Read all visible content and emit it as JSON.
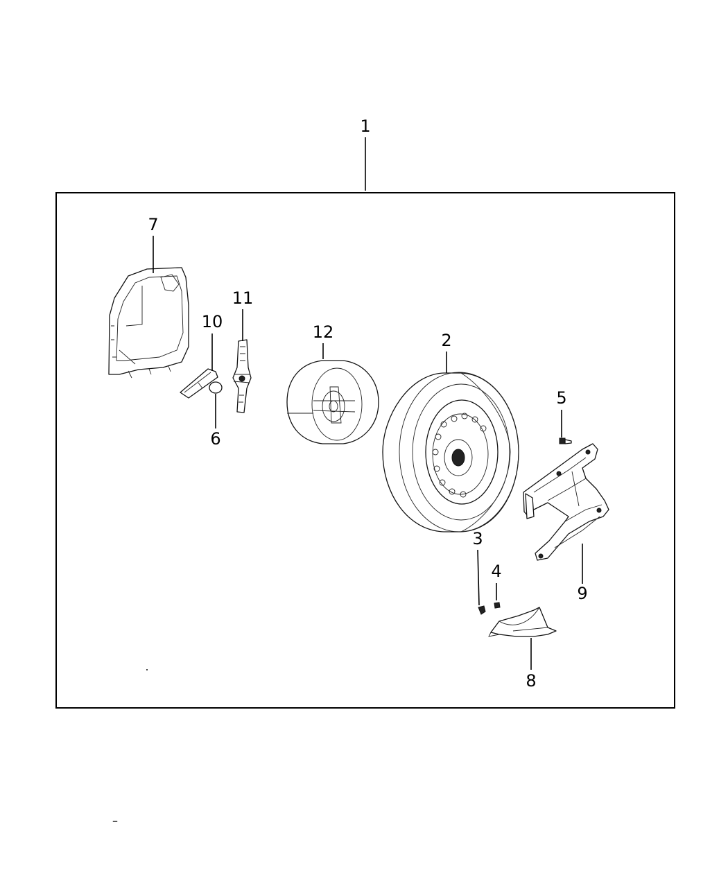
{
  "diagram": {
    "callouts": {
      "c1": "1",
      "c2": "2",
      "c3": "3",
      "c4": "4",
      "c5": "5",
      "c6": "6",
      "c7": "7",
      "c8": "8",
      "c9": "9",
      "c10": "10",
      "c11": "11",
      "c12": "12"
    },
    "footer_mark": "–"
  }
}
